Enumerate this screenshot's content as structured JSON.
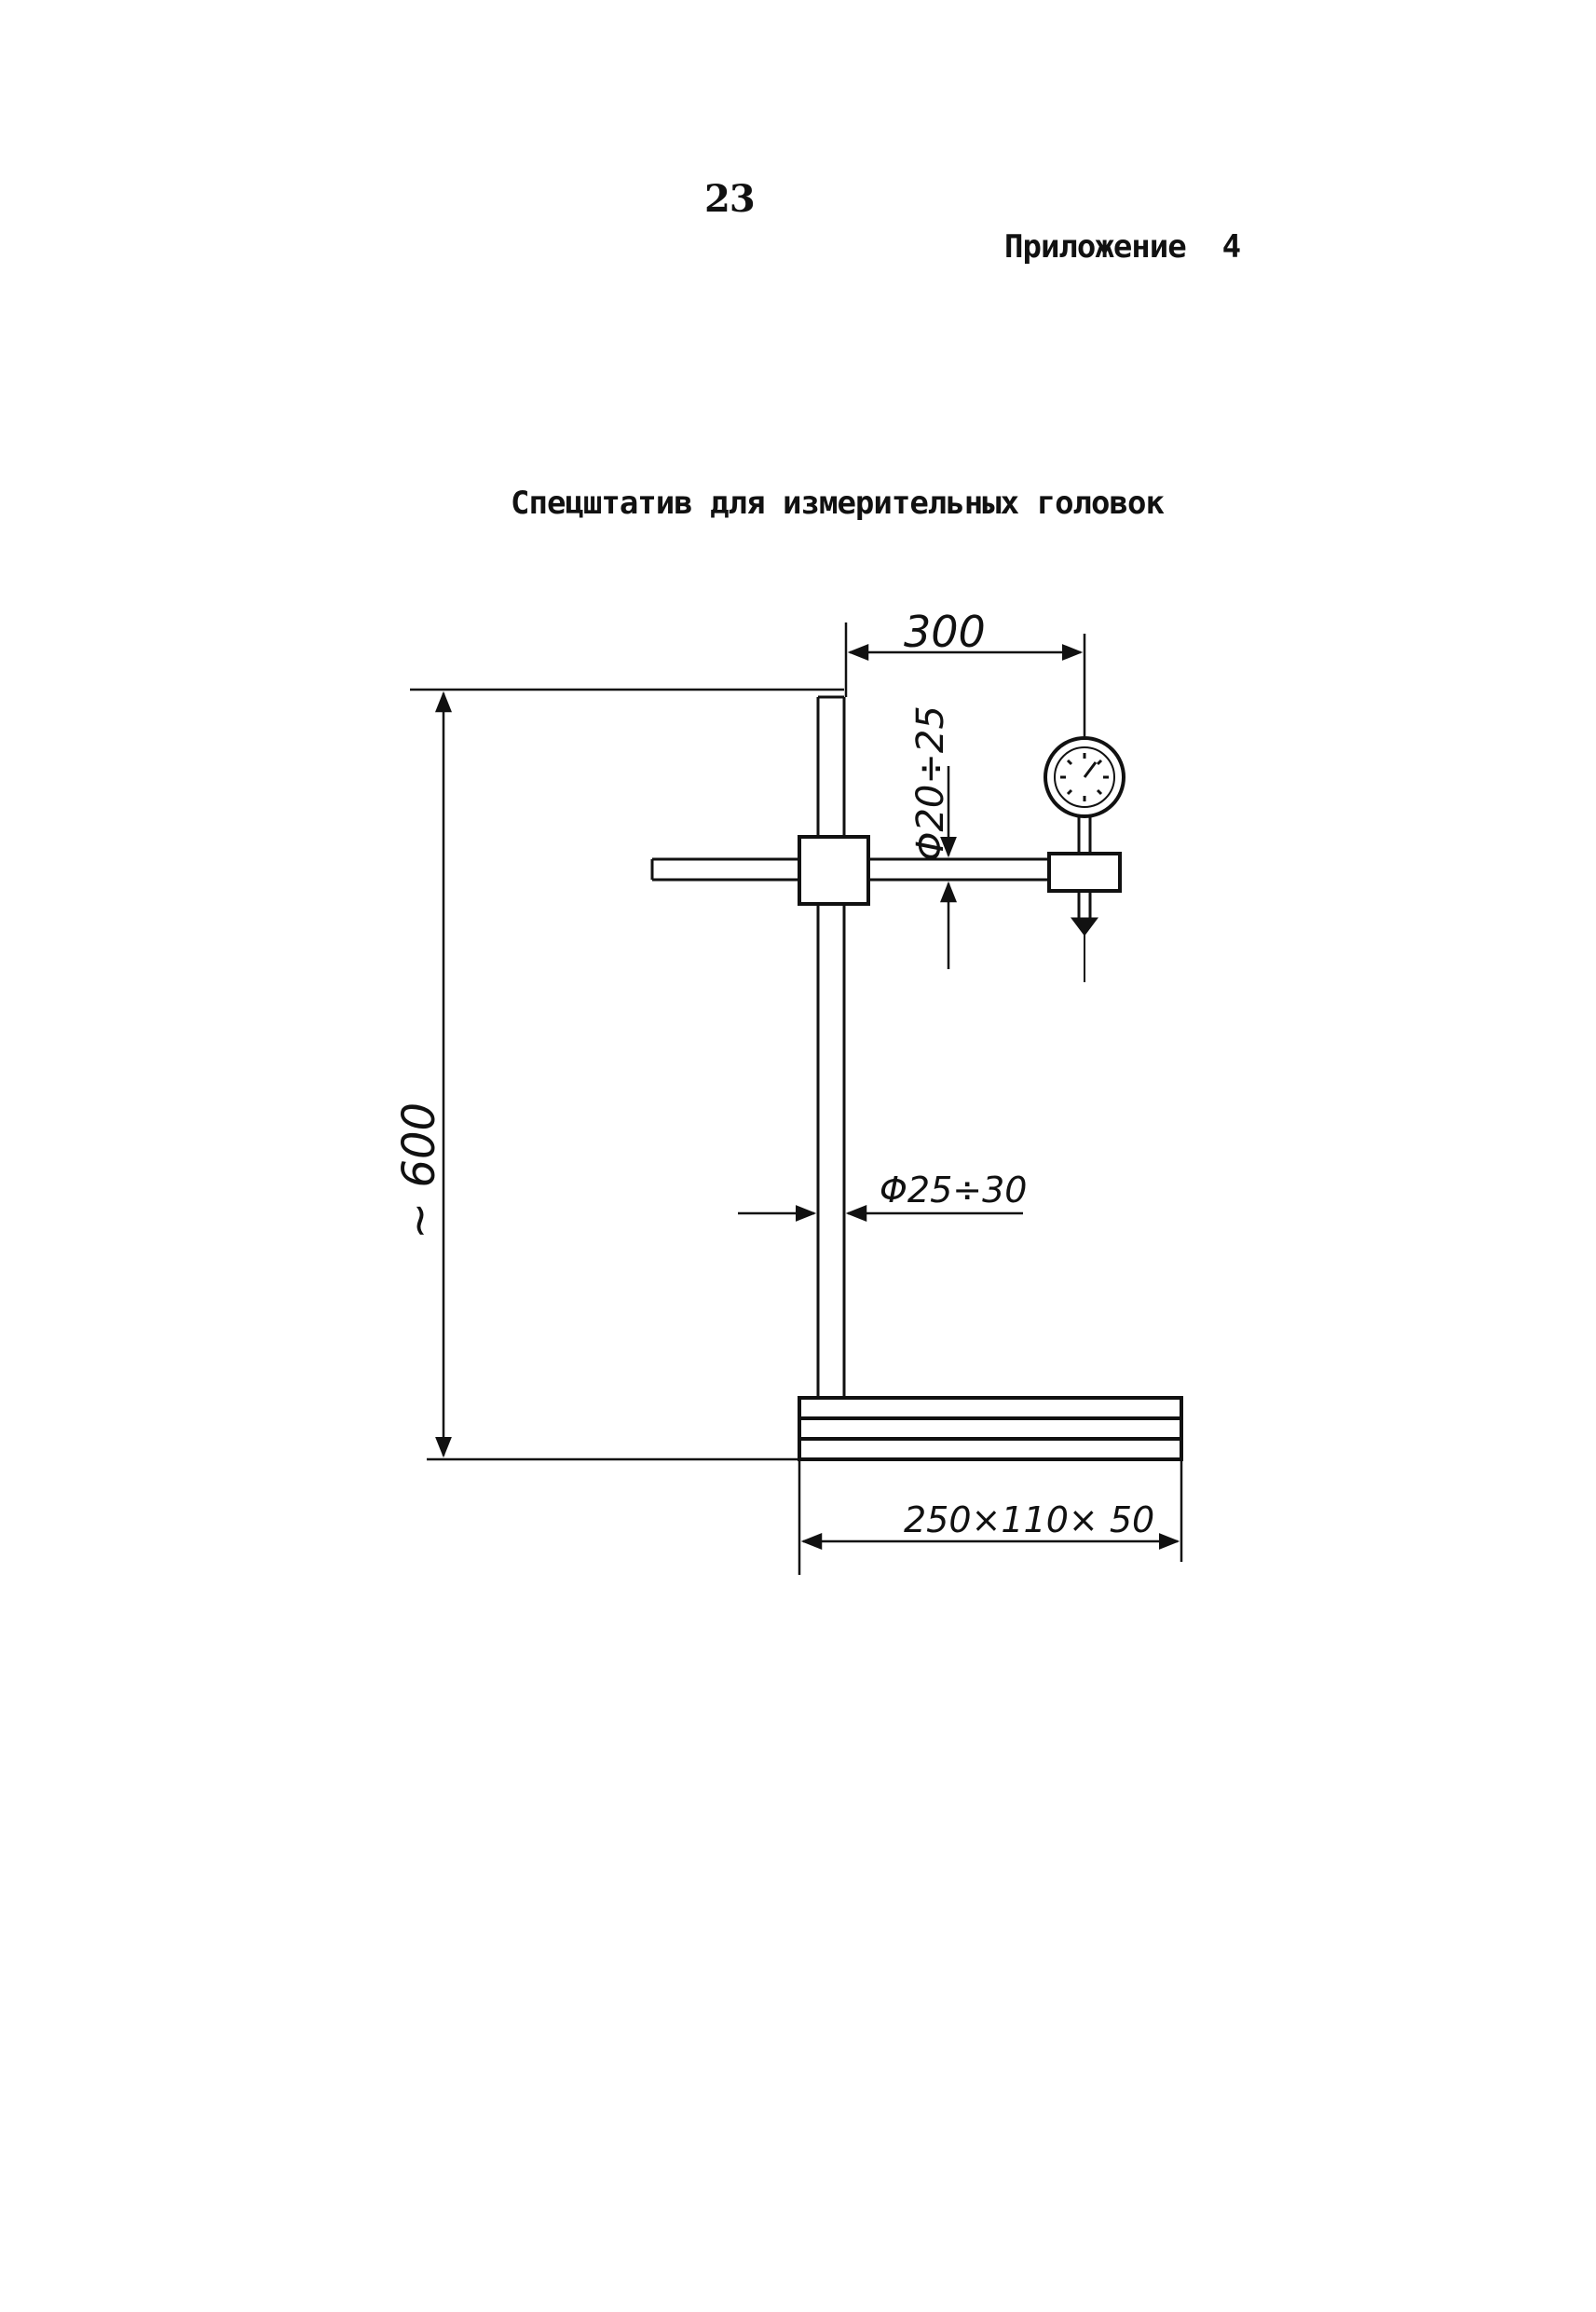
{
  "page": {
    "number": "23",
    "appendix": "Приложение  4",
    "title": "Спецштатив для измерительных головок"
  },
  "drawing": {
    "dim_top_width": "300",
    "dim_crossbar_diameter": "Φ20÷25",
    "dim_height": "~ 600",
    "dim_column_diameter": "Φ25÷30",
    "dim_base": "250×110× 50"
  }
}
